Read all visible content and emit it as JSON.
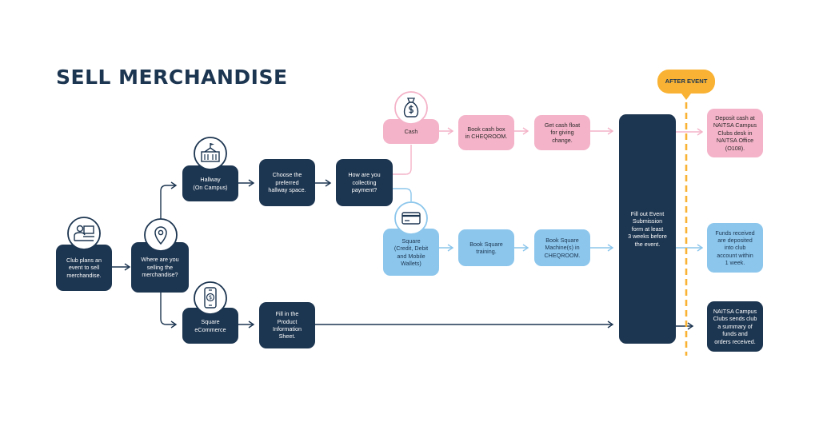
{
  "title": "SELL MERCHANDISE",
  "after_event": "AFTER EVENT",
  "nodes": {
    "club_plans": "Club plans an\nevent to sell\nmerchandise.",
    "where_selling": "Where are you\nselling the\nmerchandise?",
    "hallway": "Hallway\n(On Campus)",
    "choose_hallway": "Choose the\npreferred\nhallway space.",
    "how_collecting": "How are you\ncollecting\npayment?",
    "cash": "Cash",
    "book_cash_box": "Book cash box\nin CHEQROOM.",
    "get_cash_float": "Get cash float\nfor giving\nchange.",
    "square": "Square\n(Credit, Debit\nand Mobile\nWallets)",
    "book_square_training": "Book Square\ntraining.",
    "book_square_machine": "Book Square\nMachine(s) in\nCHEQROOM.",
    "square_ecommerce": "Square\neCommerce",
    "fill_product_sheet": "Fill in the\nProduct\nInformation\nSheet.",
    "fill_event_form": "Fill out Event\nSubmission\nform at least\n3 weeks before\nthe event.",
    "deposit_cash": "Deposit cash at\nNAITSA Campus\nClubs desk in\nNAITSA Office\n(O108).",
    "funds_received": "Funds received\nare deposited\ninto club\naccount within\n1 week.",
    "summary_sent": "NAITSA Campus\nClubs sends club\na summary of\nfunds and\norders received."
  },
  "colors": {
    "navy": "#1c3550",
    "pink": "#f4b3c8",
    "blue": "#8cc6ec",
    "orange": "#f9b233"
  },
  "icons": [
    "person-at-computer-icon",
    "location-pin-icon",
    "school-building-icon",
    "money-bag-icon",
    "credit-card-icon",
    "mobile-payment-icon"
  ]
}
